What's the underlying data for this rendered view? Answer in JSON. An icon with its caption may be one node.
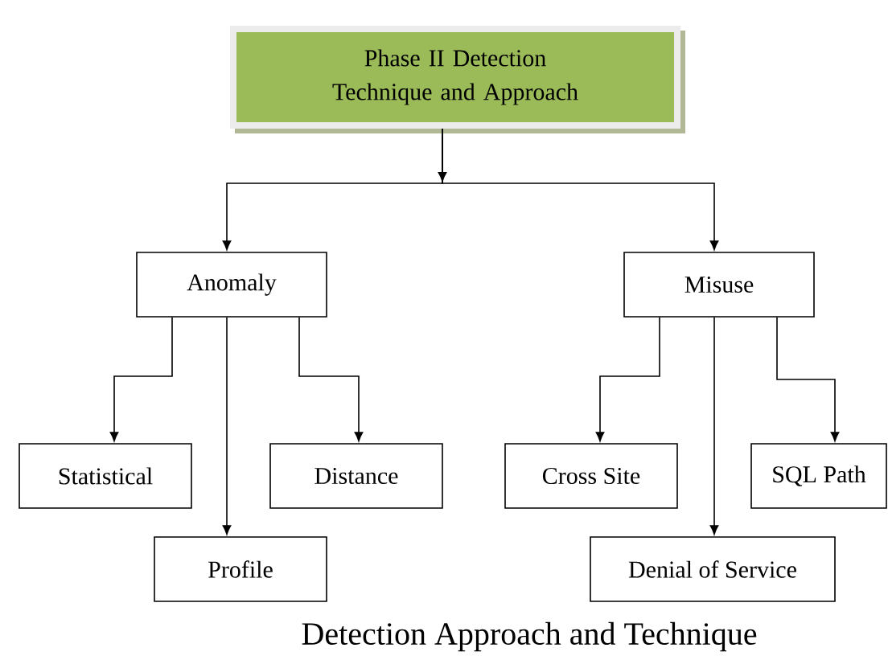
{
  "diagram": {
    "caption": "Detection Approach and Technique",
    "nodes": [
      {
        "text": [
          "Phase II Detection Technique and Approach"
        ]
      },
      {
        "text": [
          "Anomaly"
        ]
      },
      {
        "text": [
          "Misuse"
        ]
      },
      {
        "text": [
          "Statistical"
        ]
      },
      {
        "text": [
          "Distance"
        ]
      },
      {
        "text": [
          "Profile"
        ]
      },
      {
        "text": [
          "Cross Site"
        ]
      },
      {
        "text": [
          "SQL Path"
        ]
      },
      {
        "text": [
          "Denial of Service"
        ]
      }
    ],
    "edges": [
      {
        "from": 0,
        "to": 1,
        "arrow": "to"
      },
      {
        "from": 0,
        "to": 2,
        "arrow": "to"
      },
      {
        "from": 1,
        "to": 3,
        "arrow": "to"
      },
      {
        "from": 1,
        "to": 5,
        "arrow": "to"
      },
      {
        "from": 1,
        "to": 4,
        "arrow": "to"
      },
      {
        "from": 2,
        "to": 6,
        "arrow": "to"
      },
      {
        "from": 2,
        "to": 8,
        "arrow": "to"
      },
      {
        "from": 2,
        "to": 7,
        "arrow": "to"
      }
    ]
  }
}
